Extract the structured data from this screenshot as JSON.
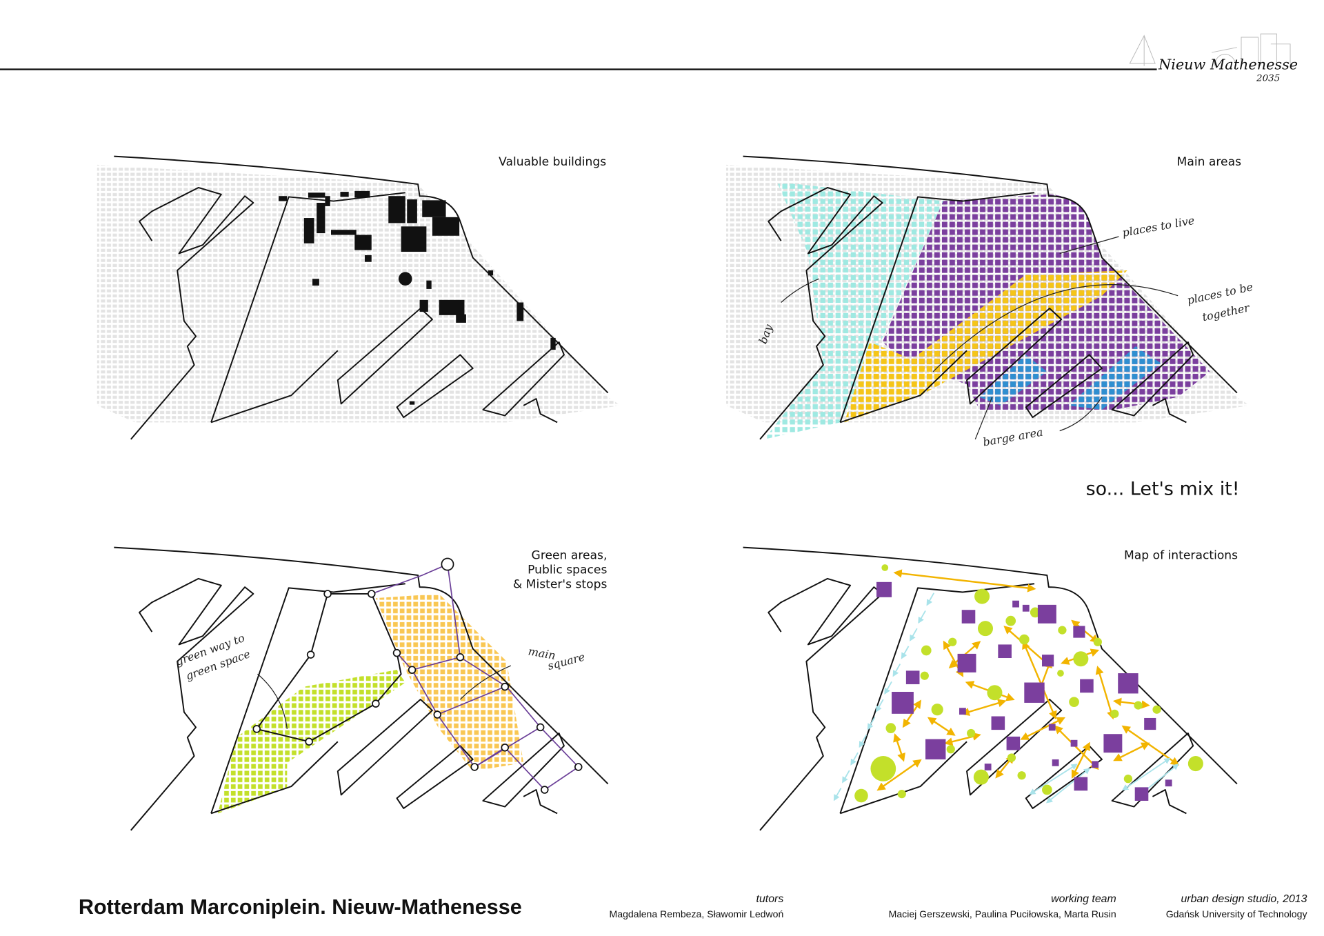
{
  "header": {
    "logo_text": "Nieuw Mathenesse",
    "logo_year": "2035"
  },
  "panels": {
    "valuable_buildings": {
      "title": "Valuable buildings"
    },
    "main_areas": {
      "title": "Main areas",
      "annotations": {
        "live": "places to live",
        "together_1": "places to be",
        "together_2": "together",
        "bay": "bay",
        "barge": "barge area"
      }
    },
    "mix_caption": "so... Let's mix it!",
    "green_areas": {
      "title_lines": [
        "Green areas,",
        "Public spaces",
        "& Mister's stops"
      ],
      "annotations": {
        "green_way_1": "green way to",
        "green_way_2": "green space",
        "main_square_1": "main",
        "main_square_2": "square"
      }
    },
    "interactions": {
      "title": "Map of interactions"
    }
  },
  "footer": {
    "project_title": "Rotterdam Marconiplein. Nieuw-Mathenesse",
    "tutors_label": "tutors",
    "tutors": "Magdalena Rembeza,  Sławomir Ledwoń",
    "team_label": "working team",
    "team": "Maciej Gerszewski, Paulina Puciłowska, Marta Rusin",
    "studio": "urban design studio, 2013",
    "university": "Gdańsk University of Technology"
  },
  "colors": {
    "bay": "#9fe9e2",
    "live": "#7b3f9e",
    "together": "#f5c518",
    "barge": "#2f8fd0",
    "green": "#c3e02a",
    "public_space": "#f7b928",
    "interaction_arrow": "#f2b400",
    "water_arrow": "#a9e3ea"
  }
}
